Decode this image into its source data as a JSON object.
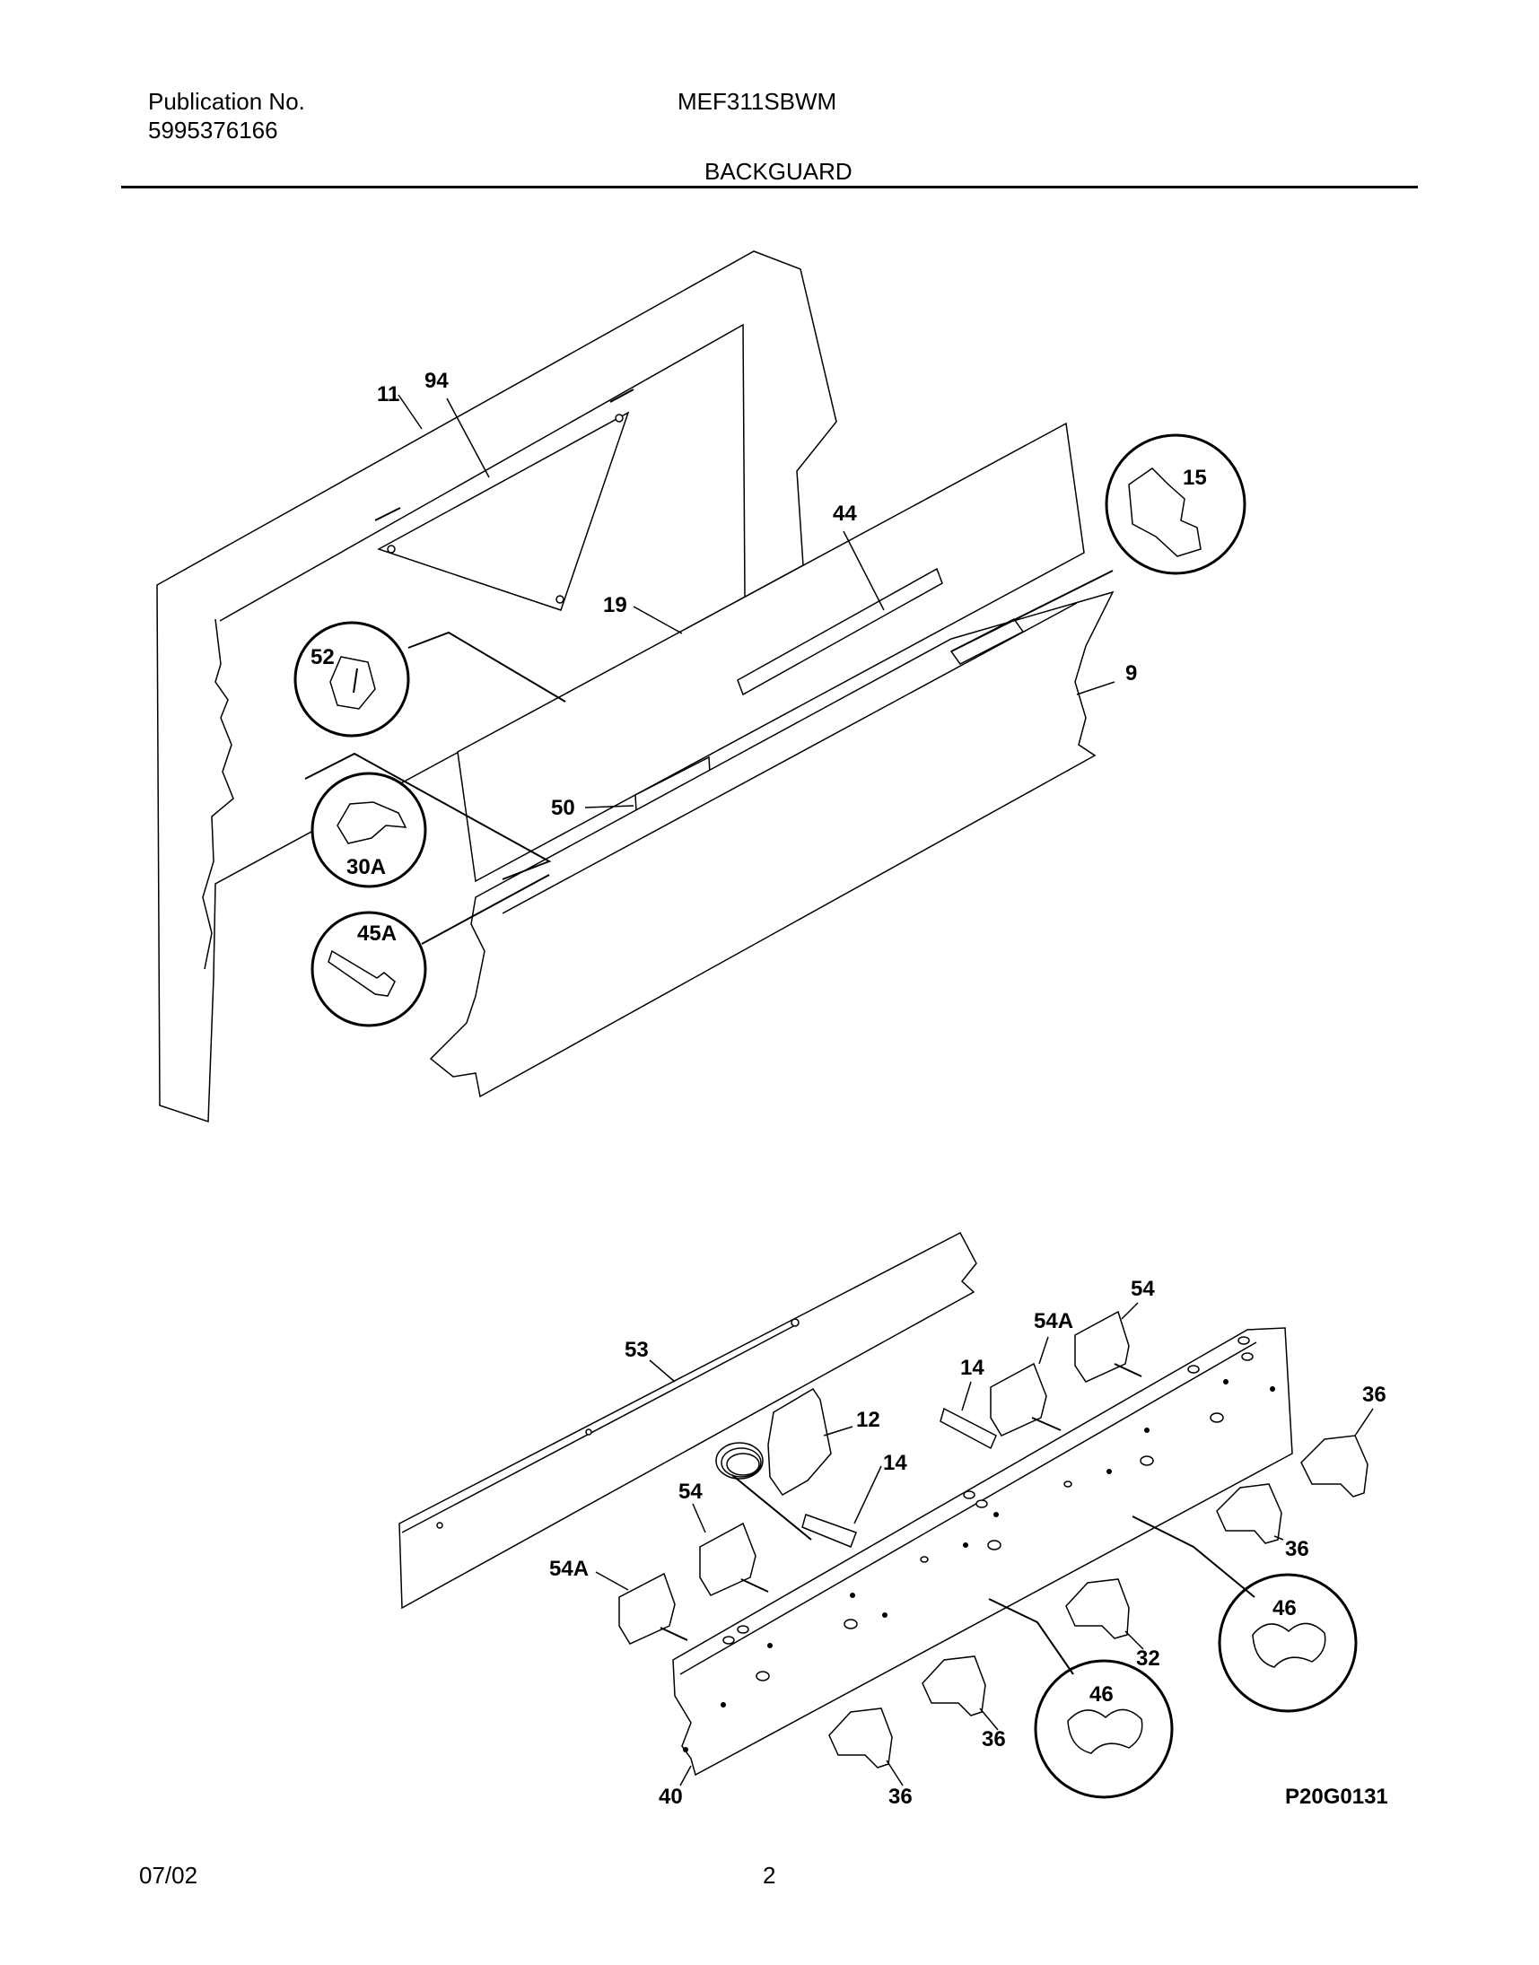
{
  "header": {
    "publication_label": "Publication No.",
    "publication_number": "5995376166",
    "model": "MEF311SBWM",
    "section_title": "BACKGUARD"
  },
  "footer": {
    "date": "07/02",
    "page_number": "2"
  },
  "diagram_code": "P20G0131",
  "callouts": {
    "c11": "11",
    "c94": "94",
    "c44": "44",
    "c15": "15",
    "c19": "19",
    "c9": "9",
    "c52": "52",
    "c50": "50",
    "c30A": "30A",
    "c45A": "45A",
    "c53": "53",
    "c54_top": "54",
    "c54A_top": "54A",
    "c14_top": "14",
    "c12": "12",
    "c14_mid": "14",
    "c54_left": "54",
    "c54A_left": "54A",
    "c36_right": "36",
    "c36_mid": "36",
    "c46_right": "46",
    "c32": "32",
    "c46_mid": "46",
    "c36_bottom": "36",
    "c36_lower": "36",
    "c40": "40"
  }
}
